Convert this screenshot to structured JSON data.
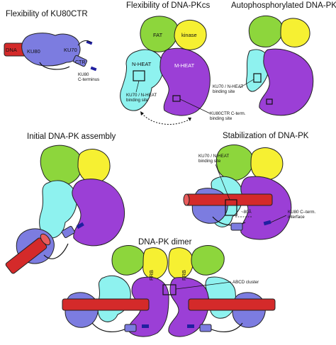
{
  "titles": {
    "flex_ku80": "Flexibility of KU80CTR",
    "flex_dnapkcs": "Flexibility of DNA-PKcs",
    "autophos": "Autophosphorylated DNA-PKcs",
    "initial": "Initial DNA-PK assembly",
    "stabilization": "Stabilization of DNA-PK",
    "dimer": "DNA-PK dimer"
  },
  "labels": {
    "dna": "DNA",
    "ku80": "KU80",
    "ku70": "KU70",
    "ctr": "CTR",
    "ku80_cterm_1": "KU80",
    "ku80_cterm_2": "C-terminus",
    "fat": "FAT",
    "kinase": "kinase",
    "nheat": "N-HEAT",
    "mheat": "M-HEAT",
    "ku70_site_a1": "KU70 / N-HEAT",
    "ku70_site_a2": "binding site",
    "ku80ctr_site_1": "KU80CTR C-term.",
    "ku80ctr_site_2": "binding site",
    "ku70_site_b1": "KU70 / N-HEAT",
    "ku70_site_b2": "binding site",
    "ku70_site_c1": "KU70 / N-HEAT",
    "ku70_site_c2": "binding site",
    "distance": "~80Å",
    "ku80_iface_1": "KU80 C–term.",
    "ku80_iface_2": "interface",
    "frb_1": "FRB",
    "frb_2": "FRB",
    "abcd": "ABCD cluster"
  },
  "colors": {
    "dna": "#d42a2a",
    "ku": "#7c7ce0",
    "ku_dark": "#2020a0",
    "fat": "#8dd63c",
    "kinase": "#f6f032",
    "nheat": "#8ef2ef",
    "mheat": "#9b3fd6"
  }
}
